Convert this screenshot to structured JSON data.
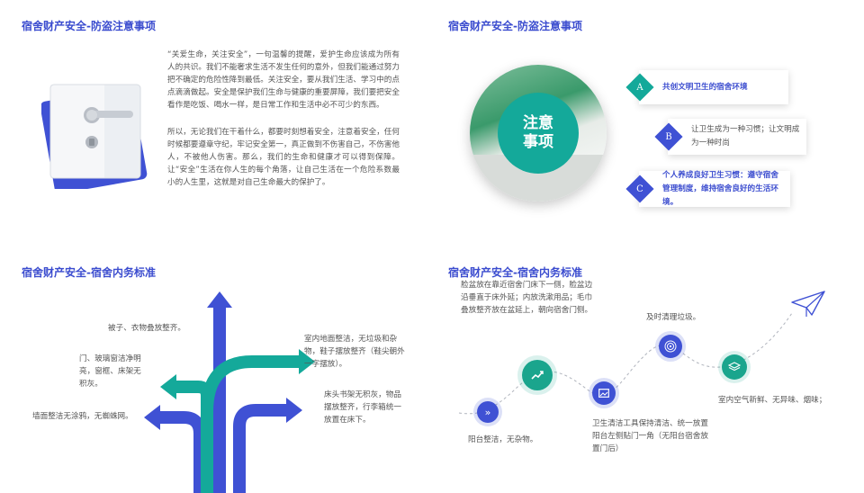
{
  "colors": {
    "title": "#3b4ccf",
    "blue": "#3f51d4",
    "teal": "#14a99a",
    "green": "#1aa58d",
    "text": "#555555"
  },
  "panel1": {
    "title": "宿舍财产安全-防盗注意事项",
    "para1": "“关爱生命，关注安全”，一句温馨的提醒，爱护生命应该成为所有人的共识。我们不能奢求生活不发生任何的意外，但我们能通过努力把不确定的危险性降到最低。关注安全，要从我们生活、学习中的点点滴滴做起。安全是保护我们生命与健康的重要屏障，我们要把安全看作是吃饭、喝水一样，是日常工作和生活中必不可少的东西。",
    "para2": "所以，无论我们在干着什么，都要时刻想着安全，注意着安全，任何时候都要遵章守纪，牢记安全第一，真正做到不伤害自己，不伤害他人，不被他人伤害。那么，我们的生命和健康才可以得到保障。让“安全”生活在你人生的每个角落，让自己生活在一个危险系数最小的人生里，这就是对自己生命最大的保护了。"
  },
  "panel2": {
    "title": "宿舍财产安全-防盗注意事项",
    "circle_line1": "注意",
    "circle_line2": "事项",
    "items": [
      {
        "letter": "A",
        "text": "共创文明卫生的宿舍环境"
      },
      {
        "letter": "B",
        "text": "让卫生成为一种习惯；让文明成为一种时尚"
      },
      {
        "letter": "C",
        "text": "个人养成良好卫生习惯：遵守宿舍管理制度，维持宿舍良好的生活环境。"
      }
    ]
  },
  "panel3": {
    "title": "宿舍财产安全-宿舍内务标准",
    "labels": [
      "被子、衣物叠放整齐。",
      "门、玻璃窗洁净明亮，窗框、床架无积灰。",
      "墙面整洁无涂鸦，无蜘蛛网。",
      "室内地面整洁，无垃圾和杂物，鞋子摆放整齐（鞋尖朝外一字摆放）。",
      "床头书架无积灰，物品摆放整齐，行李箱统一放置在床下。"
    ]
  },
  "panel4": {
    "title": "宿舍财产安全-宿舍内务标准",
    "steps": [
      {
        "icon": "double-chevron-icon",
        "text": "阳台整洁，无杂物。"
      },
      {
        "icon": "chart-icon",
        "text": "脸盆放在靠近宿舍门床下一侧，脸盆边沿垂直于床外延；内放洗漱用品；毛巾叠放整齐放在盆延上，朝向宿舍门侧。"
      },
      {
        "icon": "image-icon",
        "text": "卫生清洁工具保持清洁、统一放置阳台左侧贴门一角（无阳台宿舍放置门后）"
      },
      {
        "icon": "target-icon",
        "text": "及时清理垃圾。"
      },
      {
        "icon": "layers-icon",
        "text": "室内空气新鲜、无异味、烟味；"
      }
    ]
  }
}
